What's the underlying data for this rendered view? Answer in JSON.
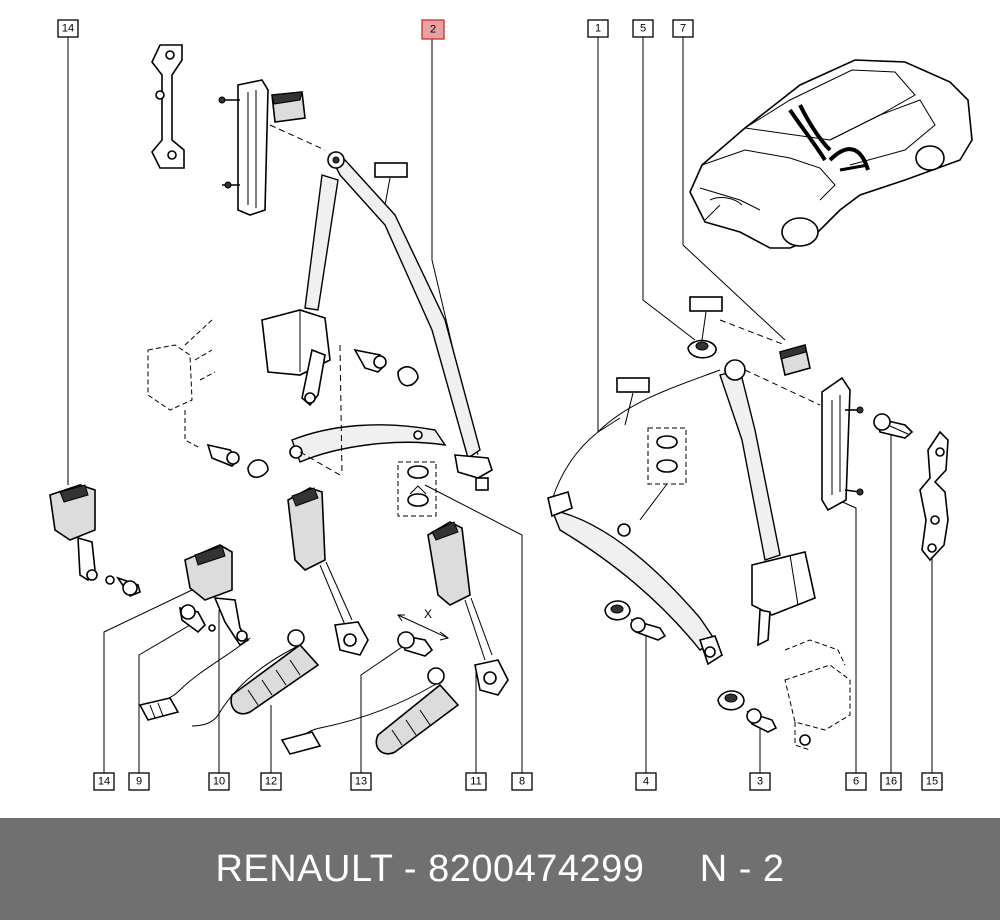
{
  "callouts": {
    "c14_top": "14",
    "c2": "2",
    "c1": "1",
    "c5": "5",
    "c7": "7",
    "c14_bottom": "14",
    "c9": "9",
    "c10": "10",
    "c12": "12",
    "c13": "13",
    "c11": "11",
    "c8": "8",
    "c4": "4",
    "c3": "3",
    "c6": "6",
    "c16": "16",
    "c15": "15"
  },
  "dimension_label": "X",
  "footer": {
    "text": "RENAULT - 8200474299     N - 2"
  },
  "colors": {
    "footer_bg": "#707070",
    "footer_text": "#ffffff",
    "highlight_fill": "#e8a0a0",
    "highlight_stroke": "#c83030"
  }
}
